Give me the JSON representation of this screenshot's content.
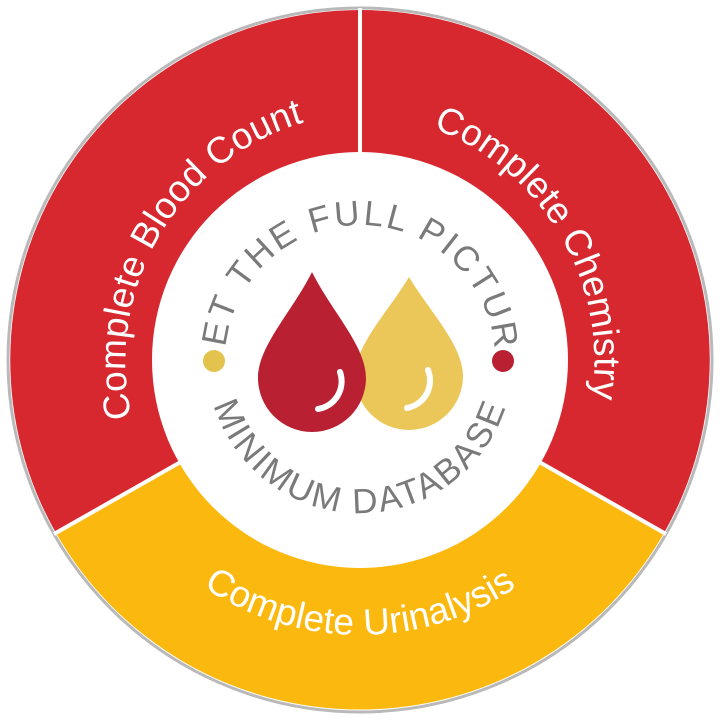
{
  "diagram": {
    "segments": [
      {
        "id": "cbc",
        "label": "Complete Blood Count",
        "color": "#d7282f"
      },
      {
        "id": "chem",
        "label": "Complete Chemistry",
        "color": "#d7282f"
      },
      {
        "id": "ua",
        "label": "Complete Urinalysis",
        "color": "#fbb80f"
      }
    ],
    "center": {
      "top_text": "GET THE FULL PICTURE",
      "bottom_text": "MINIMUM DATABASE"
    },
    "colors": {
      "outer_border": "#b9b9b9",
      "center_bg": "#ffffff",
      "ring_text": "#7a7a7a",
      "blood_drop": "#b92133",
      "urine_drop": "#ebc75a",
      "left_dot": "#e3c24e",
      "right_dot": "#b92133"
    },
    "icons": [
      "blood-drop-icon",
      "urine-drop-icon"
    ]
  }
}
